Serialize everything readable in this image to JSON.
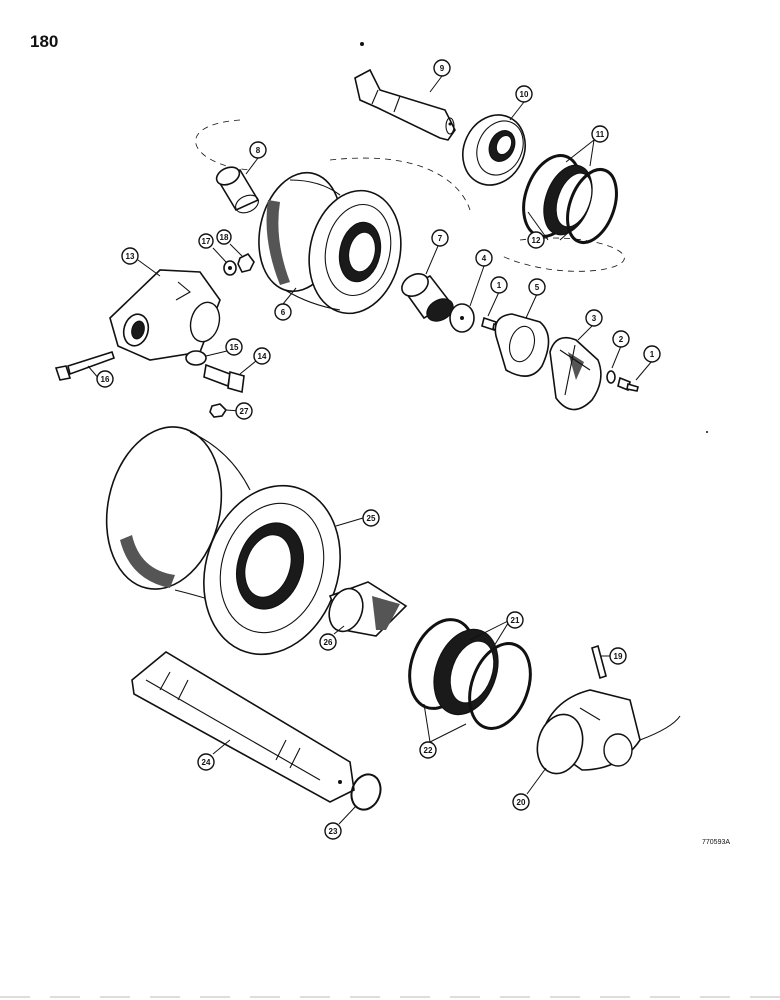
{
  "page": {
    "page_number": "180",
    "drawing_code": "770593A"
  },
  "callouts": [
    {
      "id": "c9",
      "label": "9"
    },
    {
      "id": "c10",
      "label": "10"
    },
    {
      "id": "c11",
      "label": "11"
    },
    {
      "id": "c12",
      "label": "12"
    },
    {
      "id": "c8",
      "label": "8"
    },
    {
      "id": "c6",
      "label": "6"
    },
    {
      "id": "c7",
      "label": "7"
    },
    {
      "id": "c4",
      "label": "4"
    },
    {
      "id": "c1a",
      "label": "1"
    },
    {
      "id": "c5",
      "label": "5"
    },
    {
      "id": "c3",
      "label": "3"
    },
    {
      "id": "c2",
      "label": "2"
    },
    {
      "id": "c1b",
      "label": "1"
    },
    {
      "id": "c13",
      "label": "13"
    },
    {
      "id": "c17",
      "label": "17"
    },
    {
      "id": "c18",
      "label": "18"
    },
    {
      "id": "c15",
      "label": "15"
    },
    {
      "id": "c14",
      "label": "14"
    },
    {
      "id": "c16",
      "label": "16"
    },
    {
      "id": "c27",
      "label": "27"
    },
    {
      "id": "c25",
      "label": "25"
    },
    {
      "id": "c26",
      "label": "26"
    },
    {
      "id": "c21",
      "label": "21"
    },
    {
      "id": "c22",
      "label": "22"
    },
    {
      "id": "c19",
      "label": "19"
    },
    {
      "id": "c24",
      "label": "24"
    },
    {
      "id": "c20",
      "label": "20"
    },
    {
      "id": "c23",
      "label": "23"
    }
  ]
}
